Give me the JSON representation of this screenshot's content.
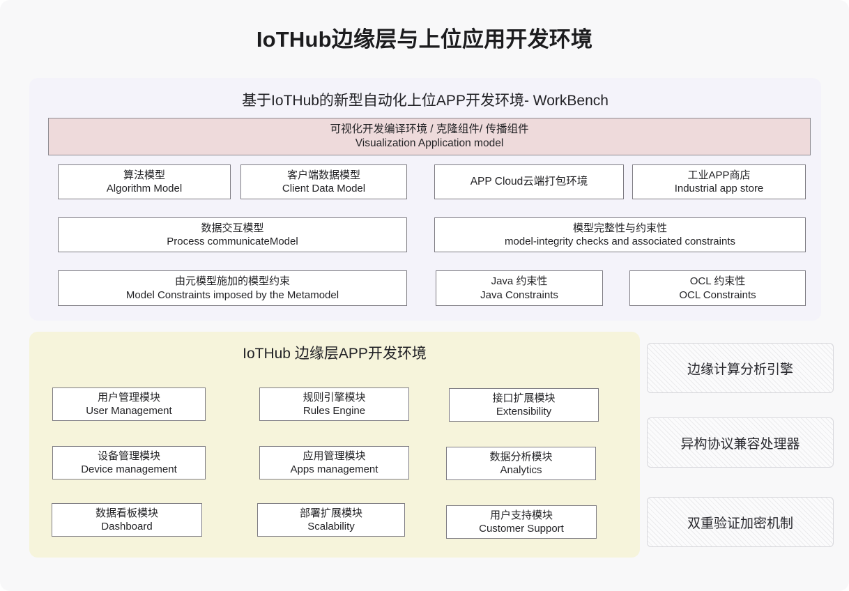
{
  "page": {
    "title": "IoTHub边缘层与上位应用开发环境",
    "background_color": "#f8f8f9"
  },
  "upper_panel": {
    "heading": "基于IoTHub的新型自动化上位APP开发环境- WorkBench",
    "background_color": "#f4f3fa",
    "banner": {
      "line_zh": "可视化开发编译环境 / 克隆组件/ 传播组件",
      "line_en": "Visualization Application model",
      "background_color": "#eedadb",
      "border_color": "#8c8a90"
    },
    "boxes": [
      {
        "zh": "算法模型",
        "en": "Algorithm Model"
      },
      {
        "zh": "客户端数据模型",
        "en": "Client Data Model"
      },
      {
        "zh": "APP Cloud云端打包环境",
        "en": ""
      },
      {
        "zh": "工业APP商店",
        "en": "Industrial app store"
      },
      {
        "zh": "数据交互模型",
        "en": "Process communicateModel"
      },
      {
        "zh": "模型完整性与约束性",
        "en": "model-integrity checks and associated constraints"
      },
      {
        "zh": "由元模型施加的模型约束",
        "en": "Model Constraints imposed by the Metamodel"
      },
      {
        "zh": "Java 约束性",
        "en": "Java Constraints"
      },
      {
        "zh": "OCL 约束性",
        "en": "OCL Constraints"
      }
    ]
  },
  "lower_panel": {
    "heading": "IoTHub 边缘层APP开发环境",
    "background_color": "#f6f4db",
    "boxes": [
      {
        "zh": "用户管理模块",
        "en": "User Management"
      },
      {
        "zh": "规则引擎模块",
        "en": "Rules Engine"
      },
      {
        "zh": "接口扩展模块",
        "en": "Extensibility"
      },
      {
        "zh": "设备管理模块",
        "en": "Device management"
      },
      {
        "zh": "应用管理模块",
        "en": "Apps management"
      },
      {
        "zh": "数据分析模块",
        "en": "Analytics"
      },
      {
        "zh": "数据看板模块",
        "en": "Dashboard"
      },
      {
        "zh": "部署扩展模块",
        "en": "Scalability"
      },
      {
        "zh": "用户支持模块",
        "en": "Customer Support"
      }
    ]
  },
  "side_column": {
    "boxes": [
      {
        "label": "边缘计算分析引擎"
      },
      {
        "label": "异构协议兼容处理器"
      },
      {
        "label": "双重验证加密机制"
      }
    ]
  }
}
